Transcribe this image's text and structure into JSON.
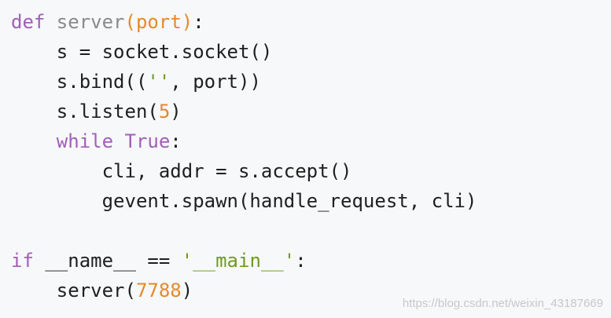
{
  "code": {
    "l1": {
      "kw": "def",
      "fn": " server",
      "p1": "(",
      "arg": "port",
      "p2": ")",
      "colon": ":"
    },
    "l2": {
      "text": "    s = socket.socket()"
    },
    "l3": {
      "pre": "    s.bind((",
      "str": "''",
      "post": ", port))"
    },
    "l4": {
      "pre": "    s.listen(",
      "num": "5",
      "post": ")"
    },
    "l5": {
      "indent": "    ",
      "kw1": "while",
      "sp": " ",
      "kw2": "True",
      "colon": ":"
    },
    "l6": {
      "text": "        cli, addr = s.accept()"
    },
    "l7": {
      "text": "        gevent.spawn(handle_request, cli)"
    },
    "l8": {
      "text": ""
    },
    "l9": {
      "kw": "if",
      "mid": " __name__ == ",
      "str": "'__main__'",
      "colon": ":"
    },
    "l10": {
      "pre": "    server(",
      "num": "7788",
      "post": ")"
    }
  },
  "watermark": "https://blog.csdn.net/weixin_43187669",
  "colors": {
    "background": "#f6f8fa",
    "keyword": "#a35db8",
    "number": "#e5892a",
    "string": "#6f9a1e",
    "function": "#8a8a8a"
  }
}
